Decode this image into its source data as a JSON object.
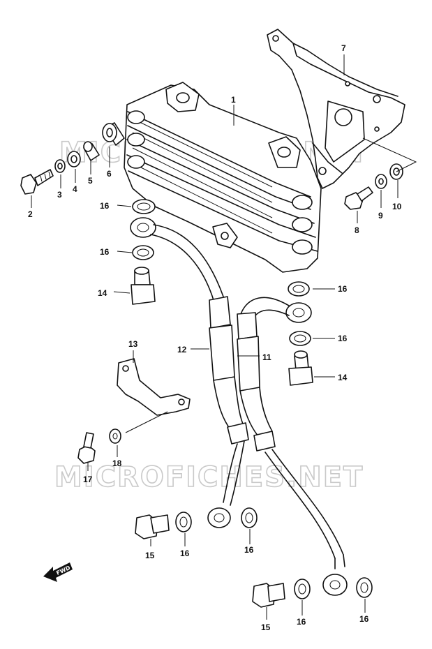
{
  "watermark": "MICROFICHES.NET",
  "fwd_label": "FWD",
  "callouts": {
    "c1": "1",
    "c2": "2",
    "c3": "3",
    "c4": "4",
    "c5": "5",
    "c6": "6",
    "c7": "7",
    "c8": "8",
    "c9": "9",
    "c10": "10",
    "c11": "11",
    "c12": "12",
    "c13": "13",
    "c14a": "14",
    "c14b": "14",
    "c15a": "15",
    "c15b": "15",
    "c16a": "16",
    "c16b": "16",
    "c16c": "16",
    "c16d": "16",
    "c16e": "16",
    "c16f": "16",
    "c16g": "16",
    "c17": "17",
    "c18": "18"
  }
}
